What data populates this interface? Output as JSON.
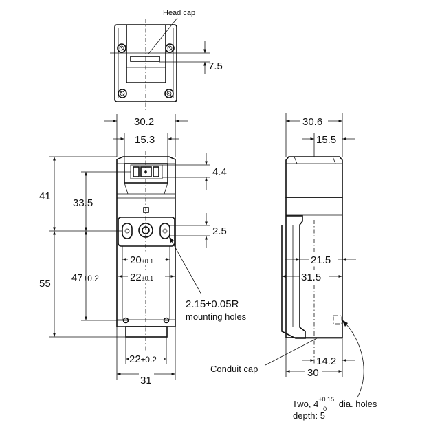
{
  "labels": {
    "head_cap": "Head cap",
    "mounting_radius": "2.15±0.05R",
    "mounting_holes": "mounting holes",
    "conduit_cap": "Conduit cap",
    "holes_prefix": "Two, 4",
    "holes_tol_plus": "+0.15",
    "holes_tol_zero": "0",
    "holes_suffix": " dia. holes",
    "holes_depth": "depth: 5"
  },
  "dimensions": {
    "top_view_offset": "7.5",
    "front_width": "30.2",
    "front_slot_width": "15.3",
    "front_slot_height": "4.4",
    "front_upper_height": "41",
    "front_head_height": "33.5",
    "front_hole_offset": "2.5",
    "front_lower_height": "55",
    "front_hole_pitch": "47",
    "front_hole_pitch_tol": "±0.2",
    "front_inner_span_a": "20",
    "front_inner_span_a_tol": "±0.1",
    "front_inner_span_b": "22",
    "front_inner_span_b_tol": "±0.1",
    "front_bottom_span": "22",
    "front_bottom_span_tol": "±0.2",
    "front_base_width": "31",
    "side_width": "30.6",
    "side_half_width": "15.5",
    "side_body_a": "21.5",
    "side_body_b": "31.5",
    "side_conduit_offset": "14.2",
    "side_base_width": "30"
  }
}
